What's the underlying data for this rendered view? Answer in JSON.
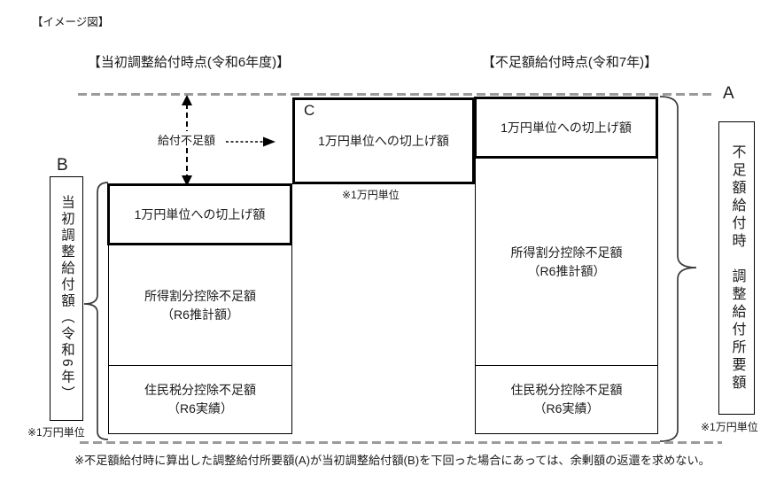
{
  "title": "【イメージ図】",
  "headers": {
    "left": "【当初調整給付時点(令和6年度)】",
    "right": "【不足額給付時点(令和7年)】"
  },
  "labels": {
    "a": "A",
    "b": "B",
    "c": "C"
  },
  "arrow": {
    "label": "給付不足額"
  },
  "b_box": {
    "text": "当初調整給付額（令和6年）",
    "note": "※1万円単位"
  },
  "a_box": {
    "text": "不足額給付時　調整給付所要額",
    "note": "※1万円単位"
  },
  "c_box": {
    "text": "1万円単位への切上げ額",
    "note": "※1万円単位"
  },
  "left_column": {
    "rounding": "1万円単位への切上げ額",
    "income_line1": "所得割分控除不足額",
    "income_line2": "（R6推計額）",
    "resident_line1": "住民税分控除不足額",
    "resident_line2": "（R6実績）"
  },
  "right_column": {
    "rounding": "1万円単位への切上げ額",
    "income_line1": "所得割分控除不足額",
    "income_line2": "（R6推計額）",
    "resident_line1": "住民税分控除不足額",
    "resident_line2": "（R6実績）"
  },
  "footnote": "※不足額給付時に算出した調整給付所要額(A)が当初調整給付額(B)を下回った場合にあっては、余剰額の返還を求めない。",
  "colors": {
    "border": "#000000",
    "dash_gray": "#9b9b9b"
  }
}
